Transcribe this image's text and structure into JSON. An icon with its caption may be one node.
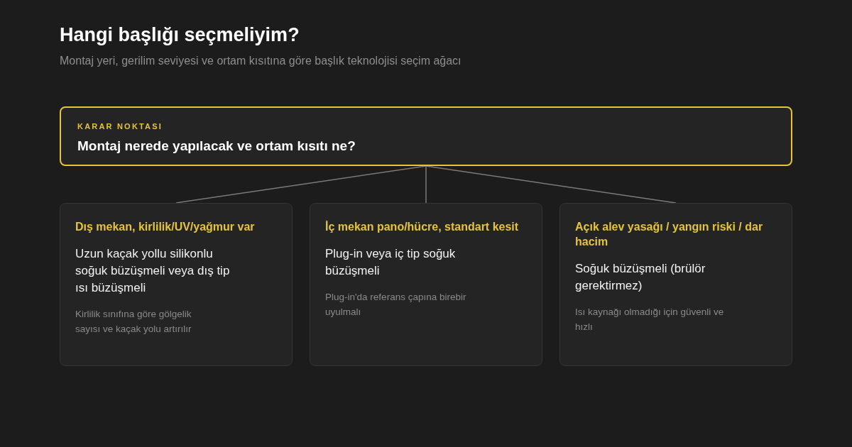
{
  "diagram": {
    "title": "Hangi başlığı seçmeliyim?",
    "nodes": [
      {
        "text": [
          "KARAR NOKTASI",
          "Montaj nerede yapılacak ve ortam kısıtı ne?"
        ]
      },
      {
        "text": [
          "Dış mekan, kirlilik/UV/yağmur var",
          "Uzun kaçak yollu silikonlu soğuk büzüşmeli veya dış tip ısı büzüşmeli",
          "Kirlilik sınıfına göre gölgelik sayısı ve kaçak yolu artırılır"
        ]
      },
      {
        "text": [
          "İç mekan pano/hücre, standart kesit",
          "Plug-in veya iç tip soğuk büzüşmeli",
          "Plug-in'da referans çapına birebir uyulmalı"
        ]
      },
      {
        "text": [
          "Açık alev yasağı / yangın riski / dar hacim",
          "Soğuk büzüşmeli (brülör gerektirmez)",
          "Isı kaynağı olmadığı için güvenli ve hızlı"
        ]
      }
    ],
    "edges": [
      {
        "from": 0,
        "to": 1,
        "arrow": "none"
      },
      {
        "from": 0,
        "to": 2,
        "arrow": "none"
      },
      {
        "from": 0,
        "to": 3,
        "arrow": "none"
      }
    ],
    "labels": [
      "Montaj yeri, gerilim seviyesi ve ortam kısıtına göre başlık teknolojisi seçim ağacı"
    ]
  }
}
